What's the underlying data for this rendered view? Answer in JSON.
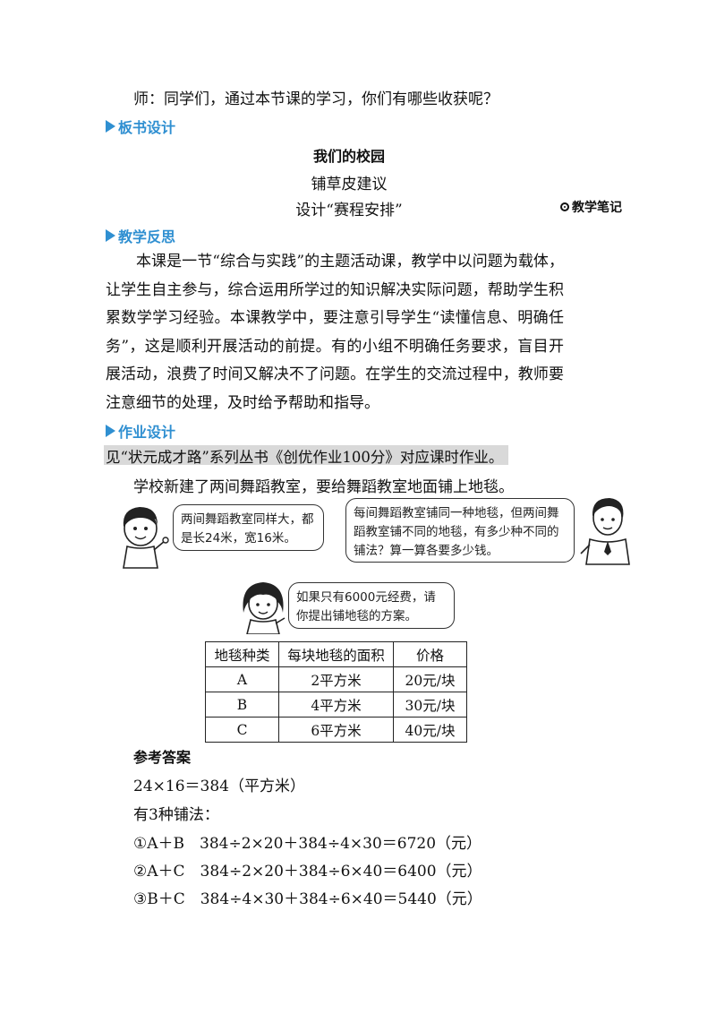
{
  "teacher_question": "师：同学们，通过本节课的学习，你们有哪些收获呢？",
  "sections": {
    "board_design": "板书设计",
    "reflection": "教学反思",
    "homework": "作业设计"
  },
  "board": {
    "title": "我们的校园",
    "line1": "铺草皮建议",
    "line2": "设计“赛程安排”"
  },
  "side_note": "教学笔记",
  "reflection_text": "本课是一节“综合与实践”的主题活动课，教学中以问题为载体，让学生自主参与，综合运用所学过的知识解决实际问题，帮助学生积累数学学习经验。本课教学中，要注意引导学生“读懂信息、明确任务”，这是顺利开展活动的前提。有的小组不明确任务要求，盲目开展活动，浪费了时间又解决不了问题。在学生的交流过程中，教师要注意细节的处理，及时给予帮助和指导。",
  "homework_ref": "见“状元成才路”系列丛书《创优作业100分》对应课时作业。",
  "problem_intro": "学校新建了两间舞蹈教室，要给舞蹈教室地面铺上地毯。",
  "bubbles": {
    "boy": "两间舞蹈教室同样大，都是长24米，宽16米。",
    "man": "每间舞蹈教室铺同一种地毯，但两间舞蹈教室铺不同的地毯，有多少种不同的铺法？算一算各要多少钱。",
    "girl": "如果只有6000元经费，请你提出铺地毯的方案。"
  },
  "table": {
    "headers": [
      "地毯种类",
      "每块地毯的面积",
      "价格"
    ],
    "rows": [
      [
        "A",
        "2平方米",
        "20元/块"
      ],
      [
        "B",
        "4平方米",
        "30元/块"
      ],
      [
        "C",
        "6平方米",
        "40元/块"
      ]
    ]
  },
  "answer": {
    "title": "参考答案",
    "lines": [
      "24×16＝384（平方米）",
      "有3种铺法：",
      "①A＋B　384÷2×20＋384÷4×30＝6720（元）",
      "②A＋C　384÷2×20＋384÷6×40＝6400（元）",
      "③B＋C　384÷4×30＋384÷6×40＝5440（元）"
    ]
  }
}
